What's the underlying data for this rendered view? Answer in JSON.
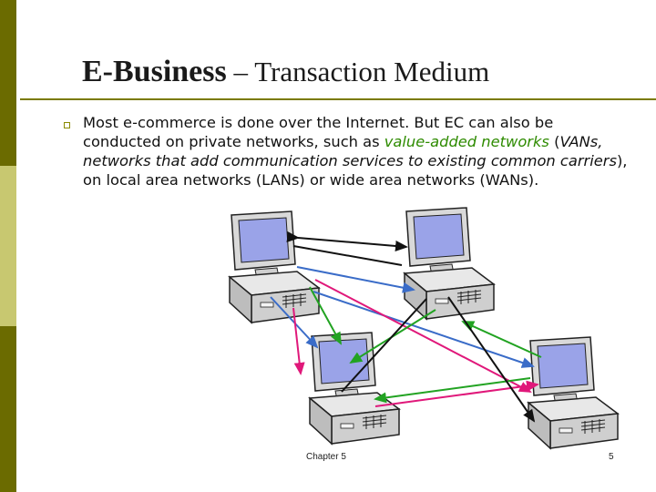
{
  "slide": {
    "title_strong": "E-Business",
    "title_dash": " – ",
    "title_rest": "Transaction Medium",
    "body": {
      "part1": "Most e-commerce is done over the Internet. But EC can also be conducted on private networks, such as ",
      "vans_term": "value-added networks",
      "part2": " (",
      "vans_def": "VANs, networks that add communication services to existing common carriers",
      "part3": "), on local area networks (LANs)  or wide area networks (WANs)."
    },
    "footer_chapter": "Chapter 5",
    "page_number": "5"
  },
  "colors": {
    "sidebar_dark": "#6b6b00",
    "sidebar_light": "#c8c870",
    "accent_rule": "#7a7a00",
    "link_green": "#2e8b00",
    "line_black": "#111111",
    "line_blue": "#3a6cc8",
    "line_pink": "#e0187a",
    "line_green": "#22a322",
    "monitor_screen": "#9aa3e8"
  },
  "diagram": {
    "nodes": [
      "computer-top-left",
      "computer-top-right",
      "computer-bottom-left",
      "computer-bottom-right"
    ],
    "icon": "desktop-computer-icon"
  }
}
